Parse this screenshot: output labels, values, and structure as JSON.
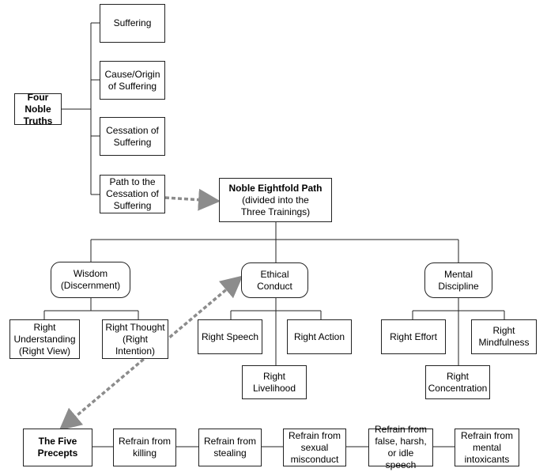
{
  "truths": {
    "root": "Four Noble\nTruths",
    "items": [
      "Suffering",
      "Cause/Origin\nof Suffering",
      "Cessation of\nSuffering",
      "Path to the\nCessation of\nSuffering"
    ]
  },
  "path": {
    "root": "Noble Eightfold Path",
    "subtitle": "(divided into the\nThree Trainings)"
  },
  "trainings": [
    {
      "label": "Wisdom\n(Discernment)",
      "factors": [
        "Right\nUnderstanding\n(Right View)",
        "Right Thought\n(Right\nIntention)"
      ]
    },
    {
      "label": "Ethical\nConduct",
      "factors": [
        "Right Speech",
        "Right Action",
        "Right\nLivelihood"
      ]
    },
    {
      "label": "Mental\nDiscipline",
      "factors": [
        "Right Effort",
        "Right\nMindfulness",
        "Right\nConcentration"
      ]
    }
  ],
  "precepts": {
    "root": "The Five\nPrecepts",
    "items": [
      "Refrain from\nkilling",
      "Refrain from\nstealing",
      "Refrain from\nsexual\nmisconduct",
      "Refrain from\nfalse, harsh,\nor idle speech",
      "Refrain from\nmental\nintoxicants"
    ]
  },
  "colors": {
    "line": "#222222",
    "dashed_arrow": "#8c8c8c"
  }
}
